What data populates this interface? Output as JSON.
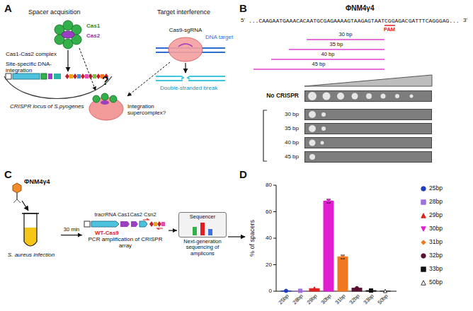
{
  "diagram": {
    "nodes": [
      {
        "text": [
          "No CRISPR"
        ]
      },
      {
        "text": [
          "30 bp"
        ]
      },
      {
        "text": [
          "35 bp"
        ]
      },
      {
        "text": [
          "40 bp"
        ]
      },
      {
        "text": [
          "45 bp"
        ]
      },
      {
        "text": [
          "S. aureus infection"
        ]
      },
      {
        "text": [
          "tracrRNA Cas1Cas2 Csn2",
          "WT-Cas9",
          "PCR amplification of CRISPR array"
        ]
      },
      {
        "text": [
          "Sequencer",
          "Next-generation sequencing of amplicons"
        ]
      }
    ],
    "edges": [
      {
        "from": 5,
        "to": 6,
        "label": "30 min",
        "arrow": "to"
      },
      {
        "from": 6,
        "to": 7,
        "arrow": "to"
      }
    ],
    "labels": [
      "A",
      "Spacer acquisition",
      "Target interference",
      "Cas1-Cas2 complex",
      "Cas1",
      "Cas2",
      "Site-specific DNA-integration",
      "CRISPR locus of S.pyogenes",
      "Cas9-sgRNA",
      "DNA target",
      "Double-stranded break",
      "?",
      "Integration supercomplex?",
      "B",
      "ΦNM4γ4",
      "5'",
      "3'",
      "...CAAGAATGAAACACAATGCGAGAAAAGTAAGAGTAATCGGAGACGATTTCAGGGAG...",
      "PAM",
      "30 bp",
      "35 bp",
      "40 bp",
      "45 bp",
      "C",
      "ΦNM4γ4",
      "D",
      "% of spacers",
      "0",
      "20",
      "40",
      "60",
      "80",
      "25bp",
      "28bp",
      "29bp",
      "30bp",
      "31bp",
      "32bp",
      "33bp",
      "50bp"
    ],
    "legend": [
      {
        "text": "25bp"
      },
      {
        "text": "28bp"
      },
      {
        "text": "29bp"
      },
      {
        "text": "30bp"
      },
      {
        "text": "31bp"
      },
      {
        "text": "32bp"
      },
      {
        "text": "33bp"
      },
      {
        "text": "50bp"
      }
    ]
  }
}
